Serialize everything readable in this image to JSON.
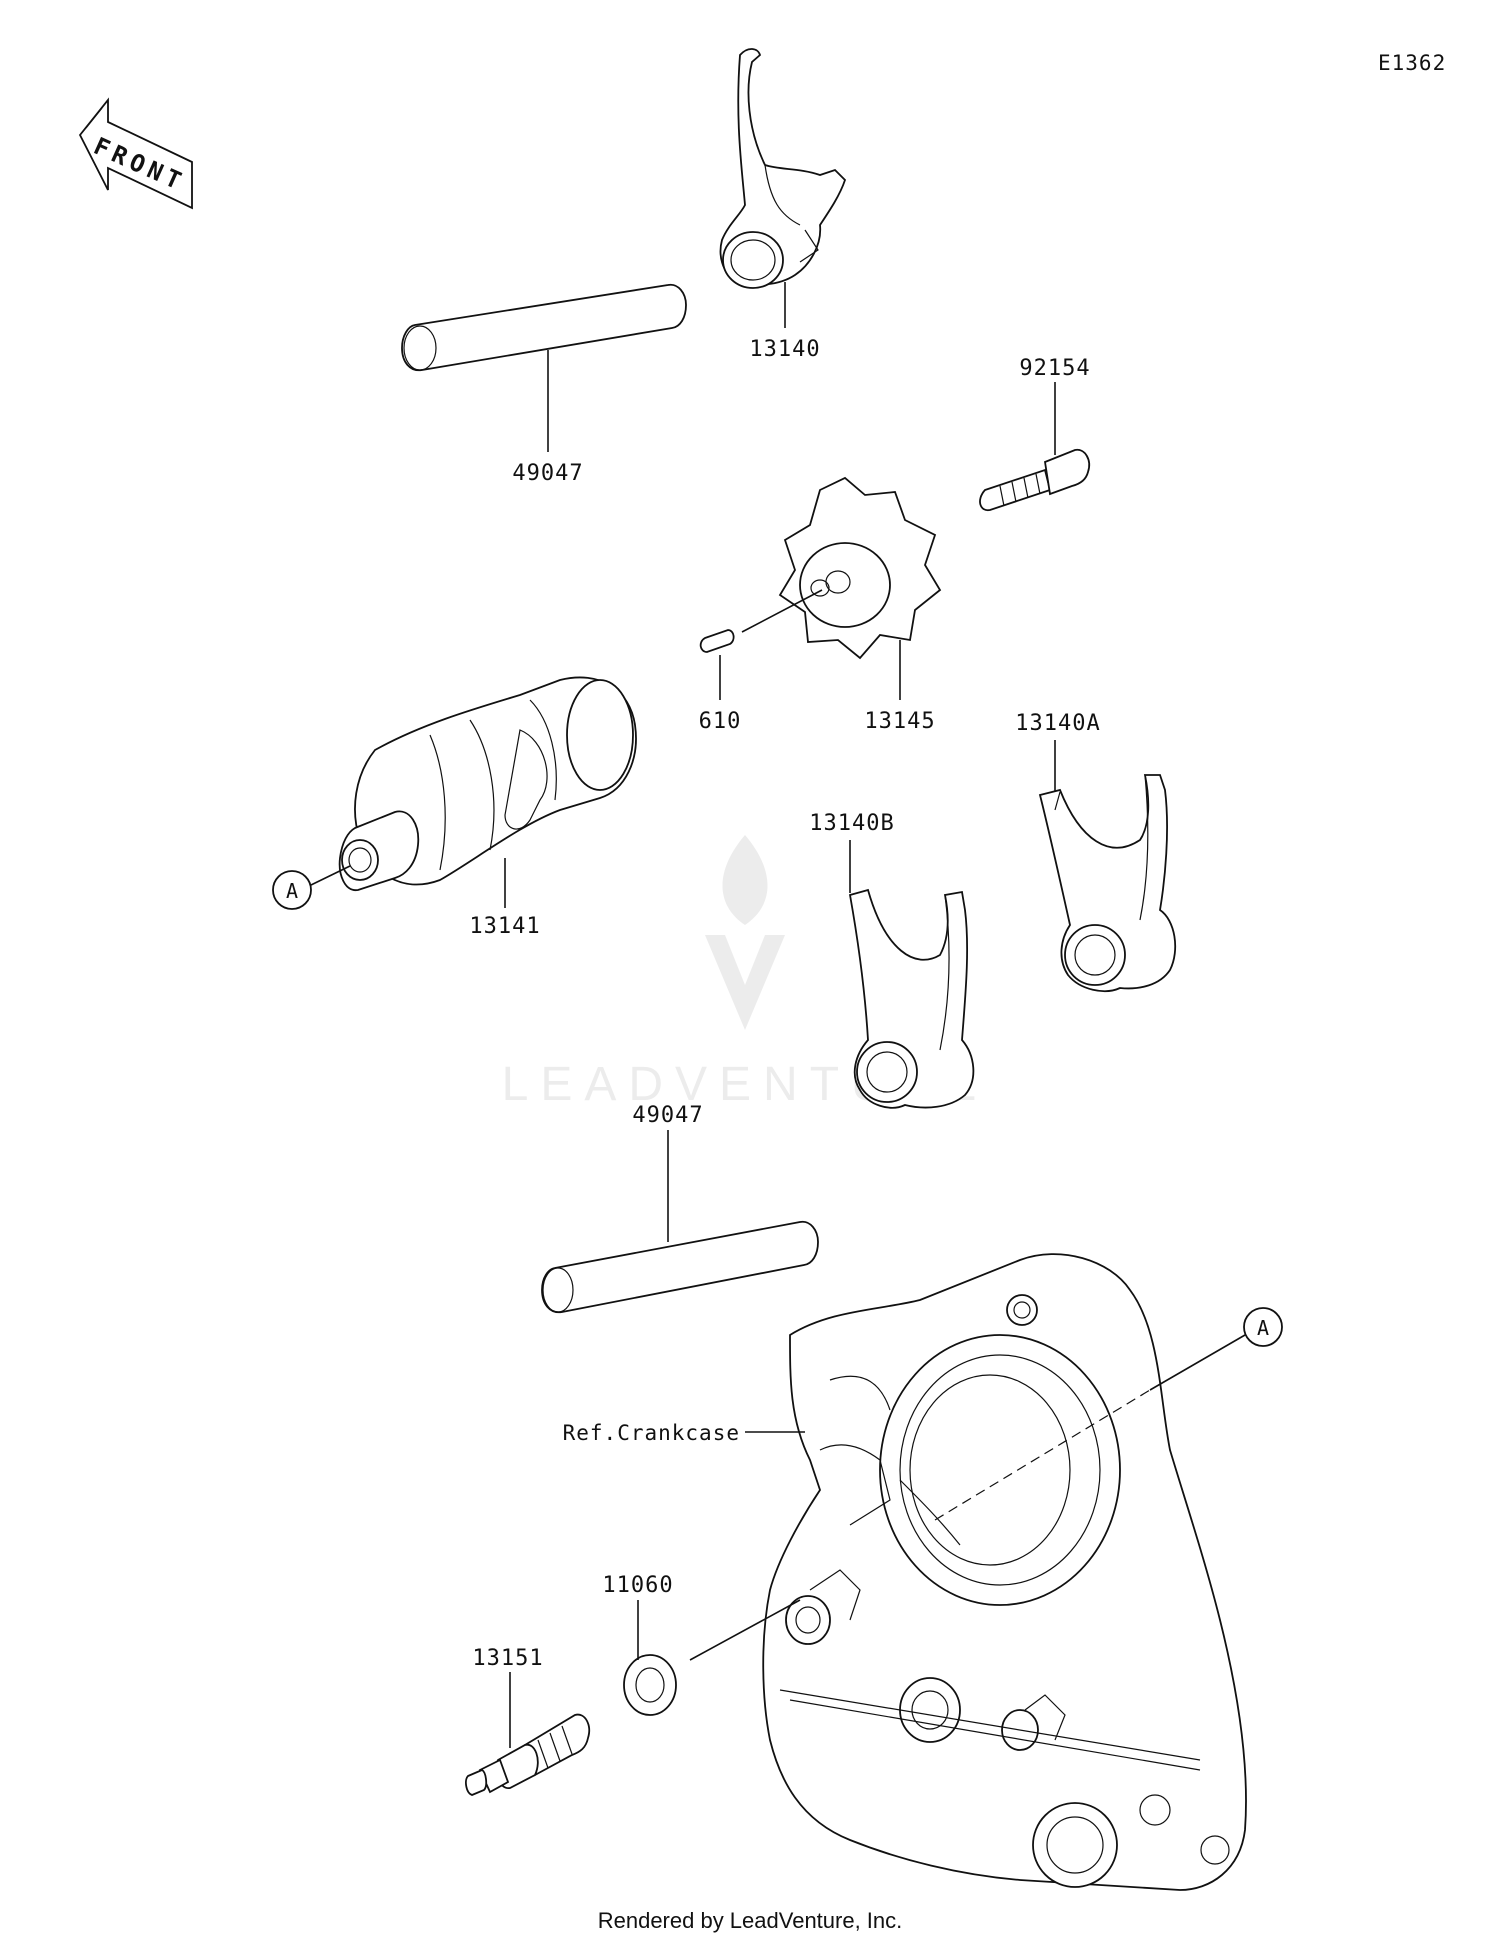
{
  "diagram_code": "E1362",
  "front_label": "FRONT",
  "watermark": "LEADVENTURE",
  "footer": "Rendered by LeadVenture, Inc.",
  "callout_letter": "A",
  "parts": {
    "fork_13140": "13140",
    "shaft_upper": "49047",
    "bolt_92154": "92154",
    "pin_610": "610",
    "plate_13145": "13145",
    "fork_13140A": "13140A",
    "fork_13140B": "13140B",
    "drum_13141": "13141",
    "shaft_lower": "49047",
    "ref_crankcase": "Ref.Crankcase",
    "washer_11060": "11060",
    "switch_13151": "13151"
  }
}
